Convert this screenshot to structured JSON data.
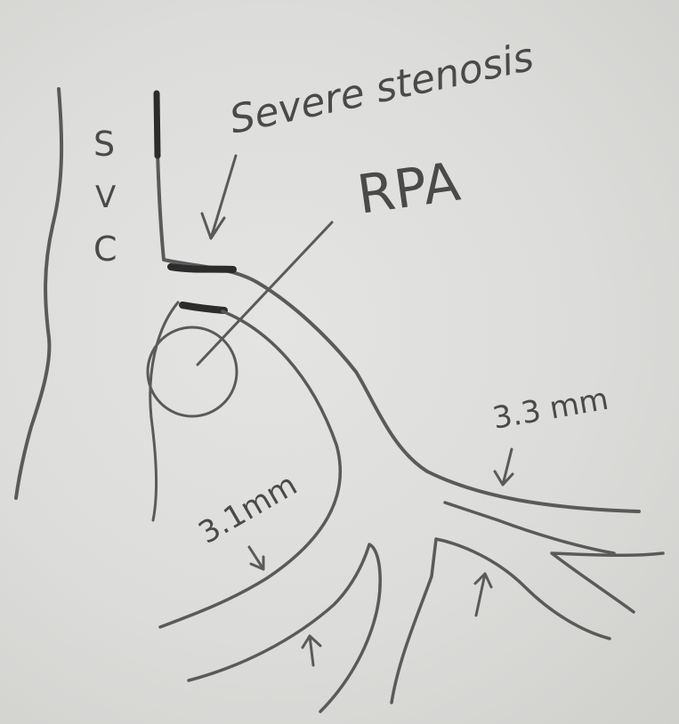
{
  "labels": {
    "svc_letters": [
      "S",
      "V",
      "C"
    ],
    "severe_stenosis": "Severe stenosis",
    "rpa": "RPA",
    "upper_branch_measure": "3.3 mm",
    "lower_branch_measure": "3.1mm"
  },
  "colors": {
    "paper": "#dcdcda",
    "pencil": "#5a5a5a",
    "pencil_dark": "#2c2c2c",
    "rpa_label": "#6b6b6b"
  }
}
